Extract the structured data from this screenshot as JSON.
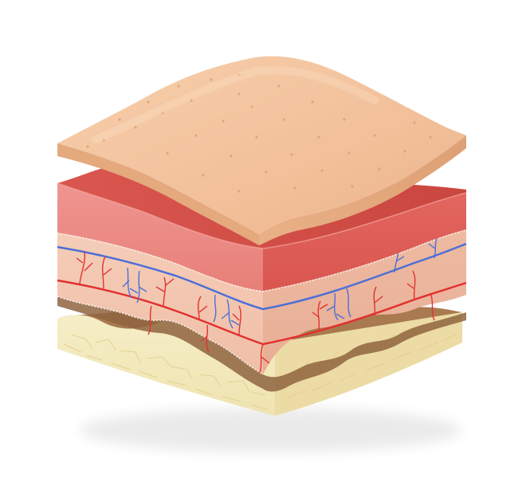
{
  "illustration": {
    "subject": "skin-layers-cross-section",
    "layers": [
      {
        "key": "epidermis",
        "color": "#f0bd93"
      },
      {
        "key": "dermis-upper",
        "color": "#e97a74"
      },
      {
        "key": "dermis",
        "color": "#f3c4ae"
      },
      {
        "key": "subcutaneous-fat",
        "color": "#f2e8b9"
      }
    ],
    "vessel_colors": {
      "artery": "#e0322f",
      "vein": "#4c6fd6"
    }
  }
}
